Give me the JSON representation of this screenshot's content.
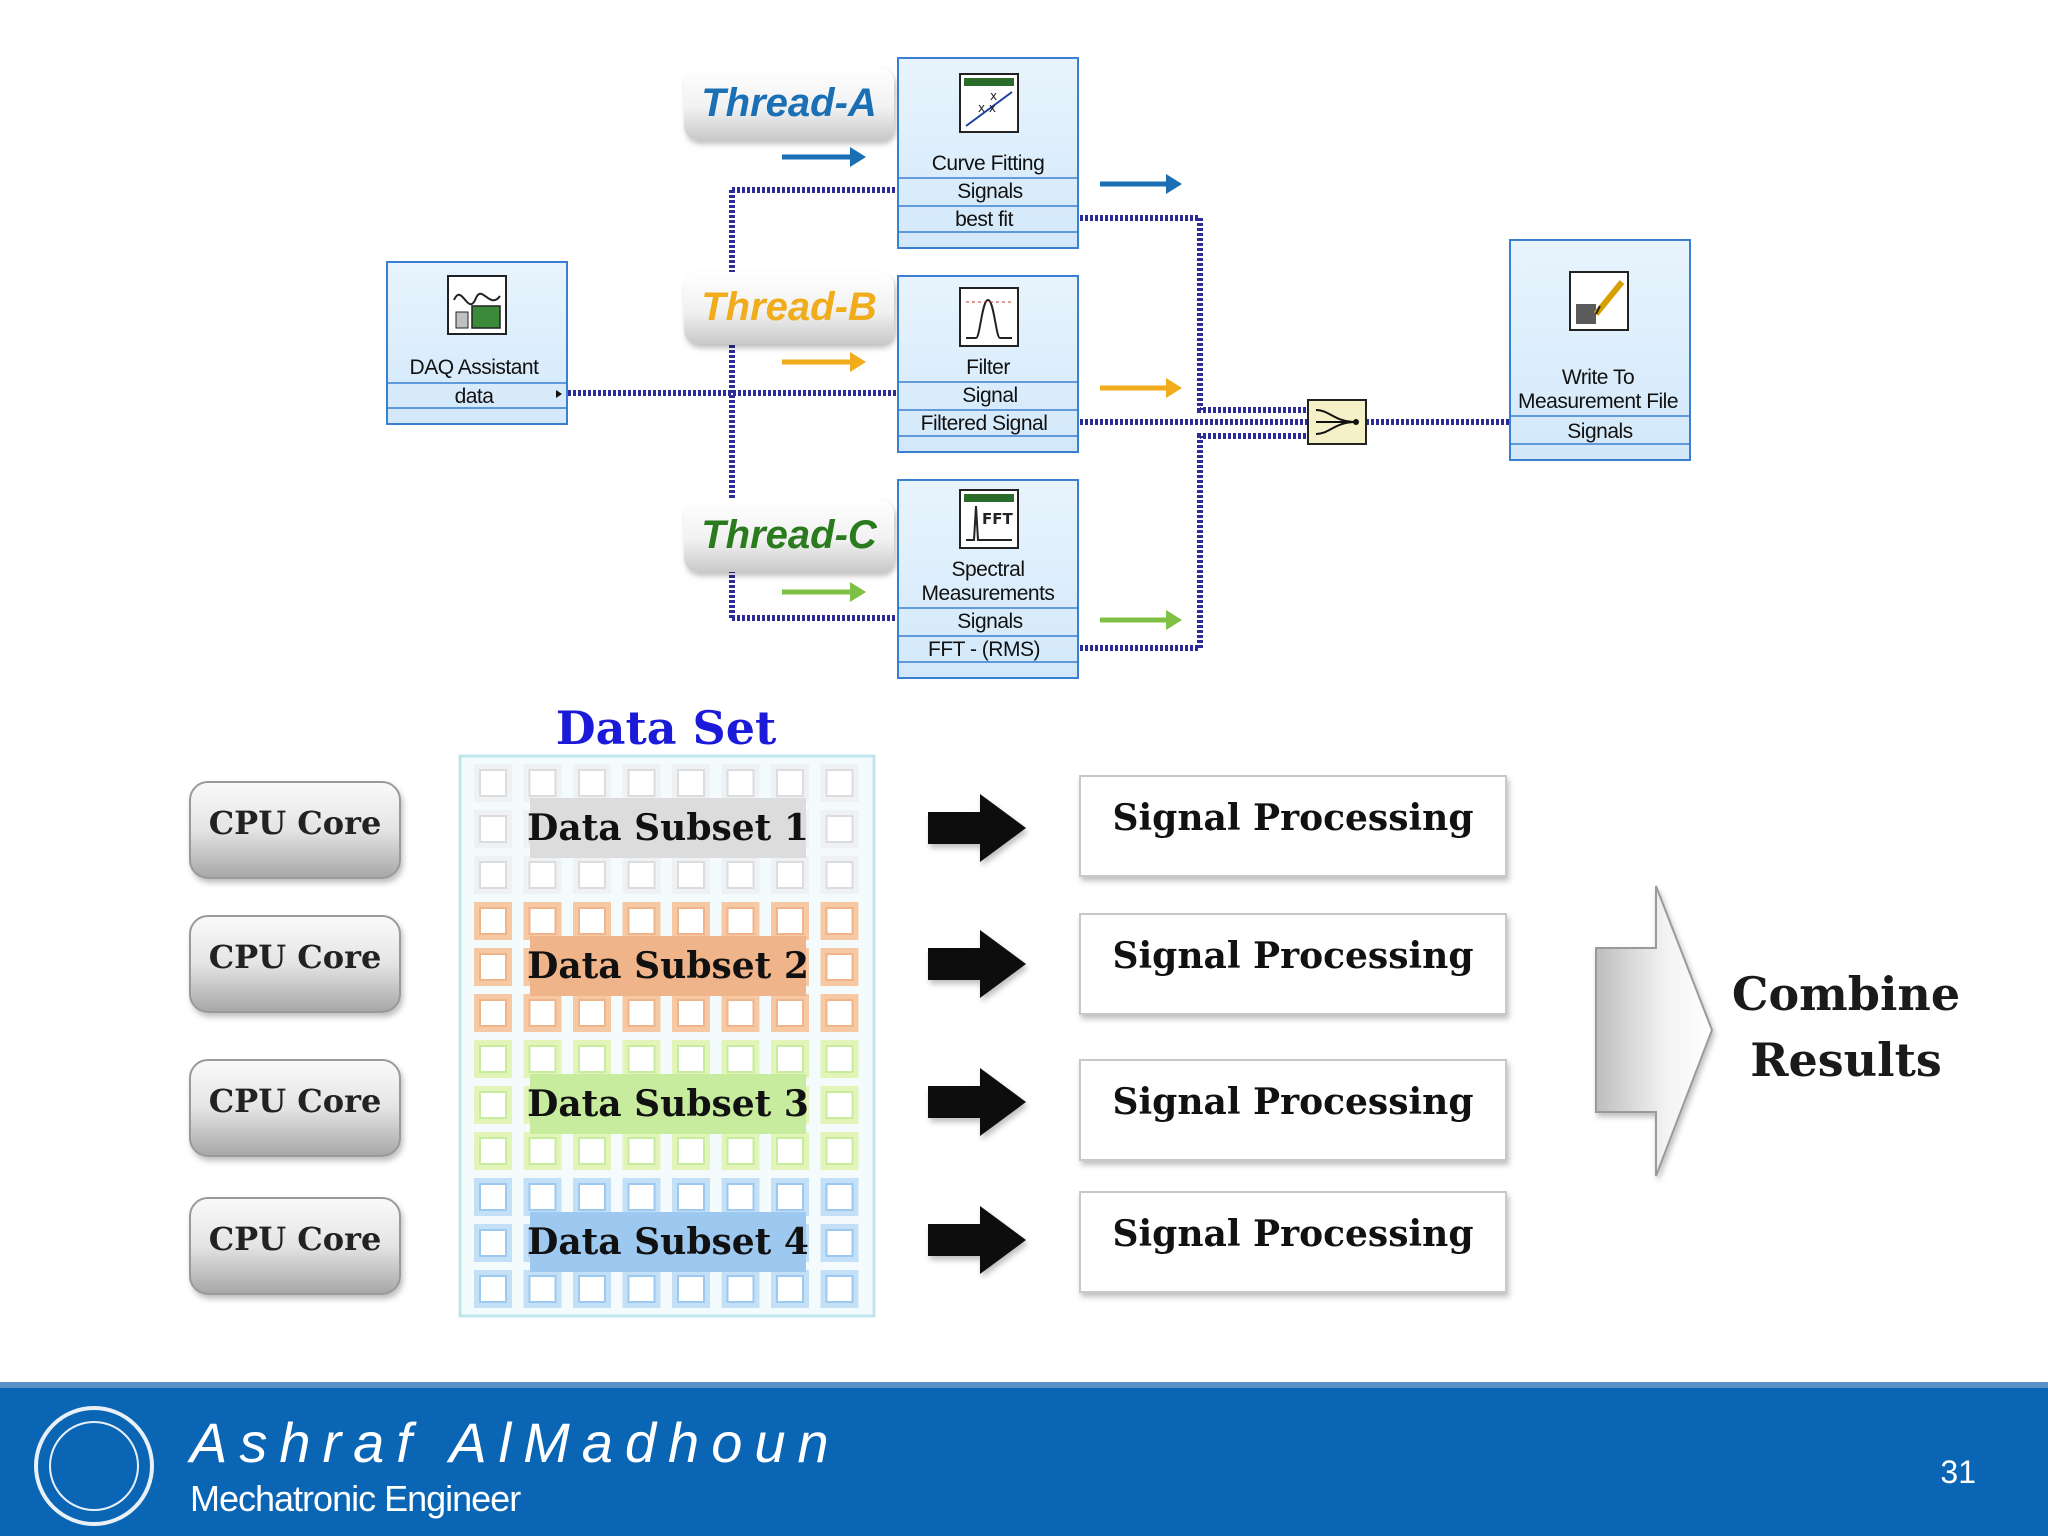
{
  "threads": {
    "a": {
      "label": "Thread-A",
      "color": "#1a6fb5"
    },
    "b": {
      "label": "Thread-B",
      "color": "#f0ac1a"
    },
    "c": {
      "label": "Thread-C",
      "color": "#2a7a1e"
    }
  },
  "vis": {
    "daq": {
      "title": "DAQ Assistant",
      "terminals": [
        "data"
      ],
      "icon": "daq-assistant-icon"
    },
    "curve_fitting": {
      "title": "Curve Fitting",
      "terminals": [
        "Signals",
        "best fit"
      ],
      "icon": "curve-fitting-icon"
    },
    "filter": {
      "title": "Filter",
      "terminals": [
        "Signal",
        "Filtered Signal"
      ],
      "icon": "filter-icon"
    },
    "spectral": {
      "title_line1": "Spectral",
      "title_line2": "Measurements",
      "terminals": [
        "Signals",
        "FFT - (RMS)"
      ],
      "icon": "fft-icon",
      "icon_text": "FFT"
    },
    "write": {
      "title_line1": "Write To",
      "title_line2": "Measurement File",
      "terminals": [
        "Signals"
      ],
      "icon": "write-file-icon"
    }
  },
  "wire_color": "#2b2b9a",
  "dataset": {
    "title": "Data Set",
    "title_color": "#1a1ad8",
    "subsets": [
      {
        "label": "Data Subset 1",
        "color": "#dcdcdc",
        "cell": "#eef2f4"
      },
      {
        "label": "Data Subset 2",
        "color": "#f0b48a",
        "cell": "#f6c9a4"
      },
      {
        "label": "Data Subset 3",
        "color": "#c8ec9e",
        "cell": "#e2f4b8"
      },
      {
        "label": "Data Subset 4",
        "color": "#9dc8ef",
        "cell": "#c3e0f6"
      }
    ]
  },
  "cpu_cores": [
    "CPU Core",
    "CPU Core",
    "CPU Core",
    "CPU Core"
  ],
  "processing": [
    "Signal Processing",
    "Signal Processing",
    "Signal Processing",
    "Signal Processing"
  ],
  "combine": {
    "line1": "Combine",
    "line2": "Results"
  },
  "footer": {
    "name": "Ashraf AlMadhoun",
    "title": "Mechatronic Engineer",
    "page": "31",
    "color": "#0a66b5"
  }
}
